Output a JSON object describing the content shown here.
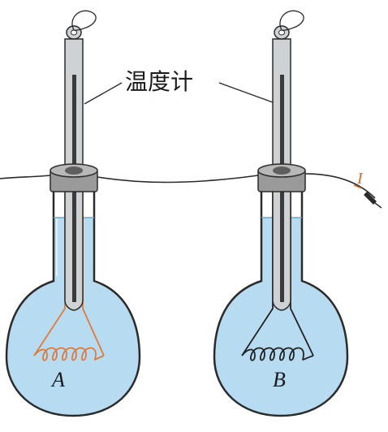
{
  "labels": {
    "thermometer": "温度计",
    "flask_a": "A",
    "flask_b": "B",
    "current": "I"
  },
  "colors": {
    "liquid": "#b7dbf0",
    "glass_outline": "#2b2b2b",
    "heating_wire": "#e07a3a",
    "wire_b": "#222222",
    "stopper": "#8f8f8f",
    "thermometer_stem": "#cfd2d4",
    "mercury": "#3a3a3a",
    "current_label": "#d86d2a"
  }
}
